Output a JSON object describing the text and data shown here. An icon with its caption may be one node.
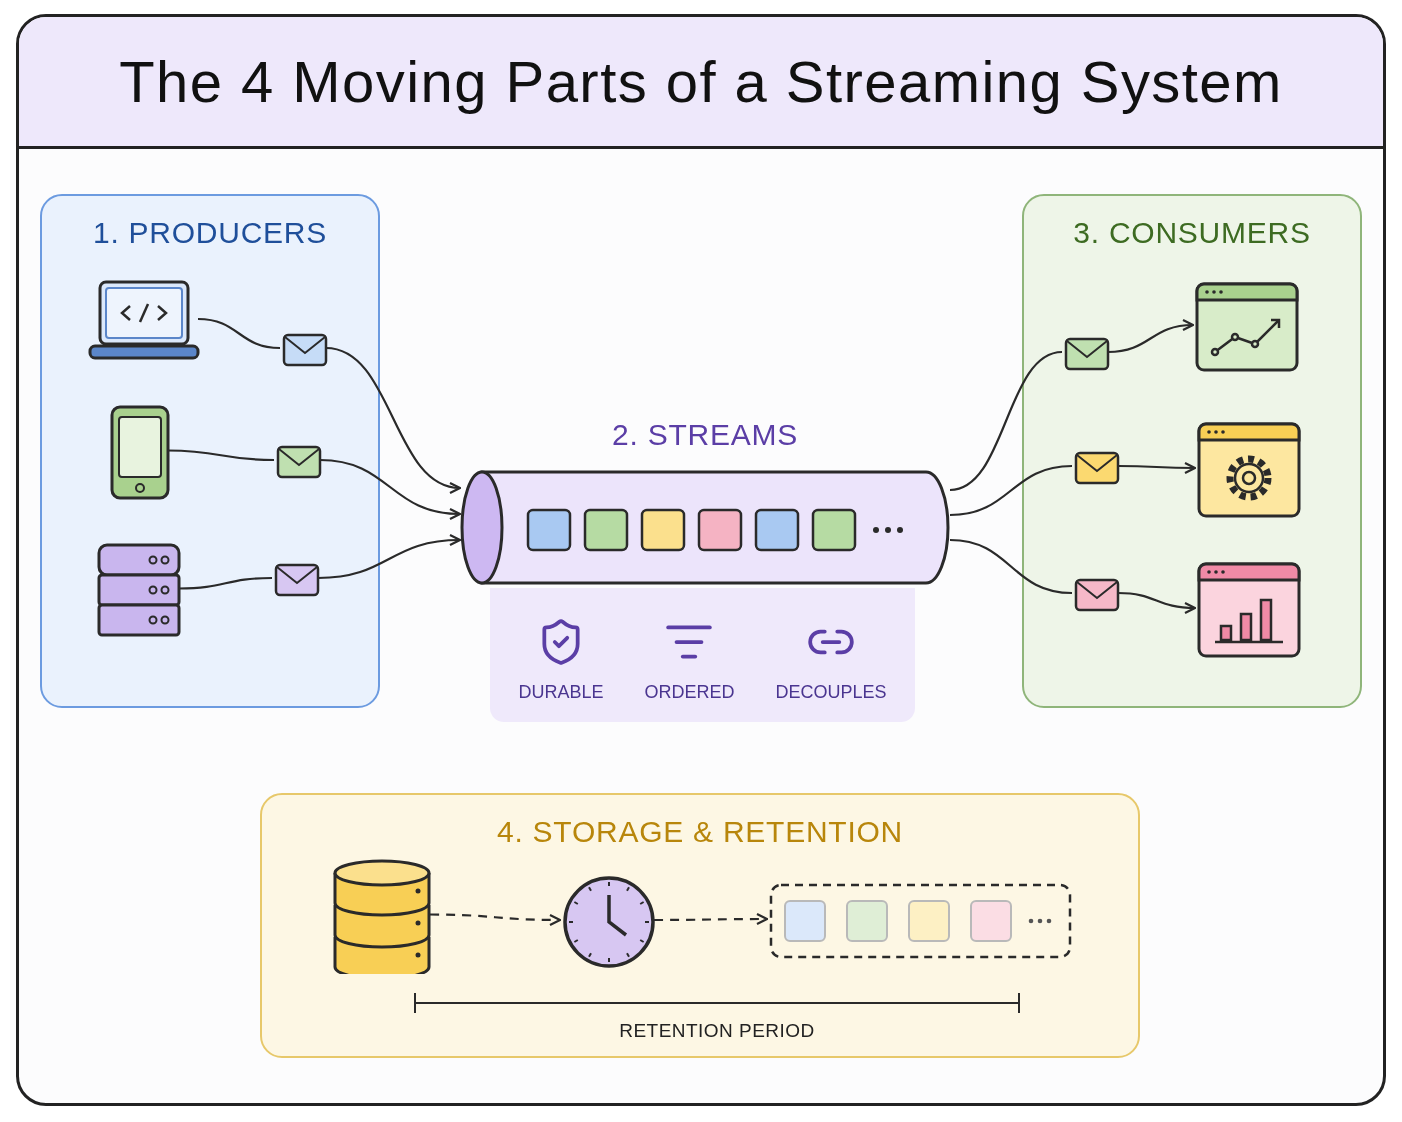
{
  "diagram": {
    "title": "The 4 Moving Parts of a Streaming System",
    "nodes": [
      {
        "text": [
          "1. PRODUCERS"
        ]
      },
      {
        "text": [],
        "shape": "laptop",
        "in": 0
      },
      {
        "text": [],
        "shape": "phone",
        "in": 0
      },
      {
        "text": [],
        "shape": "server",
        "in": 0
      },
      {
        "text": [],
        "shape": "envelope",
        "in": 0
      },
      {
        "text": [],
        "shape": "envelope",
        "in": 0
      },
      {
        "text": [],
        "shape": "envelope",
        "in": 0
      },
      {
        "text": [
          "2. STREAMS"
        ]
      },
      {
        "text": [
          "DURABLE",
          "ORDERED",
          "DECOUPLES"
        ]
      },
      {
        "text": [
          "3. CONSUMERS"
        ]
      },
      {
        "text": [],
        "shape": "envelope",
        "in": 9
      },
      {
        "text": [],
        "shape": "envelope",
        "in": 9
      },
      {
        "text": [],
        "shape": "envelope",
        "in": 9
      },
      {
        "text": [],
        "shape": "window",
        "in": 9
      },
      {
        "text": [],
        "shape": "window",
        "in": 9
      },
      {
        "text": [],
        "shape": "window",
        "in": 9
      },
      {
        "text": [
          "4. STORAGE & RETENTION"
        ]
      },
      {
        "text": [],
        "shape": "cylinder",
        "in": 16
      },
      {
        "text": [],
        "shape": "clock",
        "in": 16
      },
      {
        "text": [],
        "shape": "box",
        "in": 16
      }
    ],
    "edges": [
      {
        "from": 1,
        "to": 4,
        "arrow": "none"
      },
      {
        "from": 4,
        "to": 7,
        "arrow": "to"
      },
      {
        "from": 2,
        "to": 5,
        "arrow": "none"
      },
      {
        "from": 5,
        "to": 7,
        "arrow": "to"
      },
      {
        "from": 3,
        "to": 6,
        "arrow": "none"
      },
      {
        "from": 6,
        "to": 7,
        "arrow": "to"
      },
      {
        "from": 7,
        "to": 10,
        "arrow": "none"
      },
      {
        "from": 10,
        "to": 13,
        "arrow": "to"
      },
      {
        "from": 7,
        "to": 11,
        "arrow": "none"
      },
      {
        "from": 11,
        "to": 14,
        "arrow": "to"
      },
      {
        "from": 7,
        "to": 12,
        "arrow": "none"
      },
      {
        "from": 12,
        "to": 15,
        "arrow": "to"
      },
      {
        "from": 17,
        "to": 18,
        "arrow": "to",
        "style": "dashed"
      },
      {
        "from": 18,
        "to": 19,
        "arrow": "to",
        "style": "dashed"
      }
    ],
    "labels": [
      "RETENTION PERIOD"
    ]
  }
}
